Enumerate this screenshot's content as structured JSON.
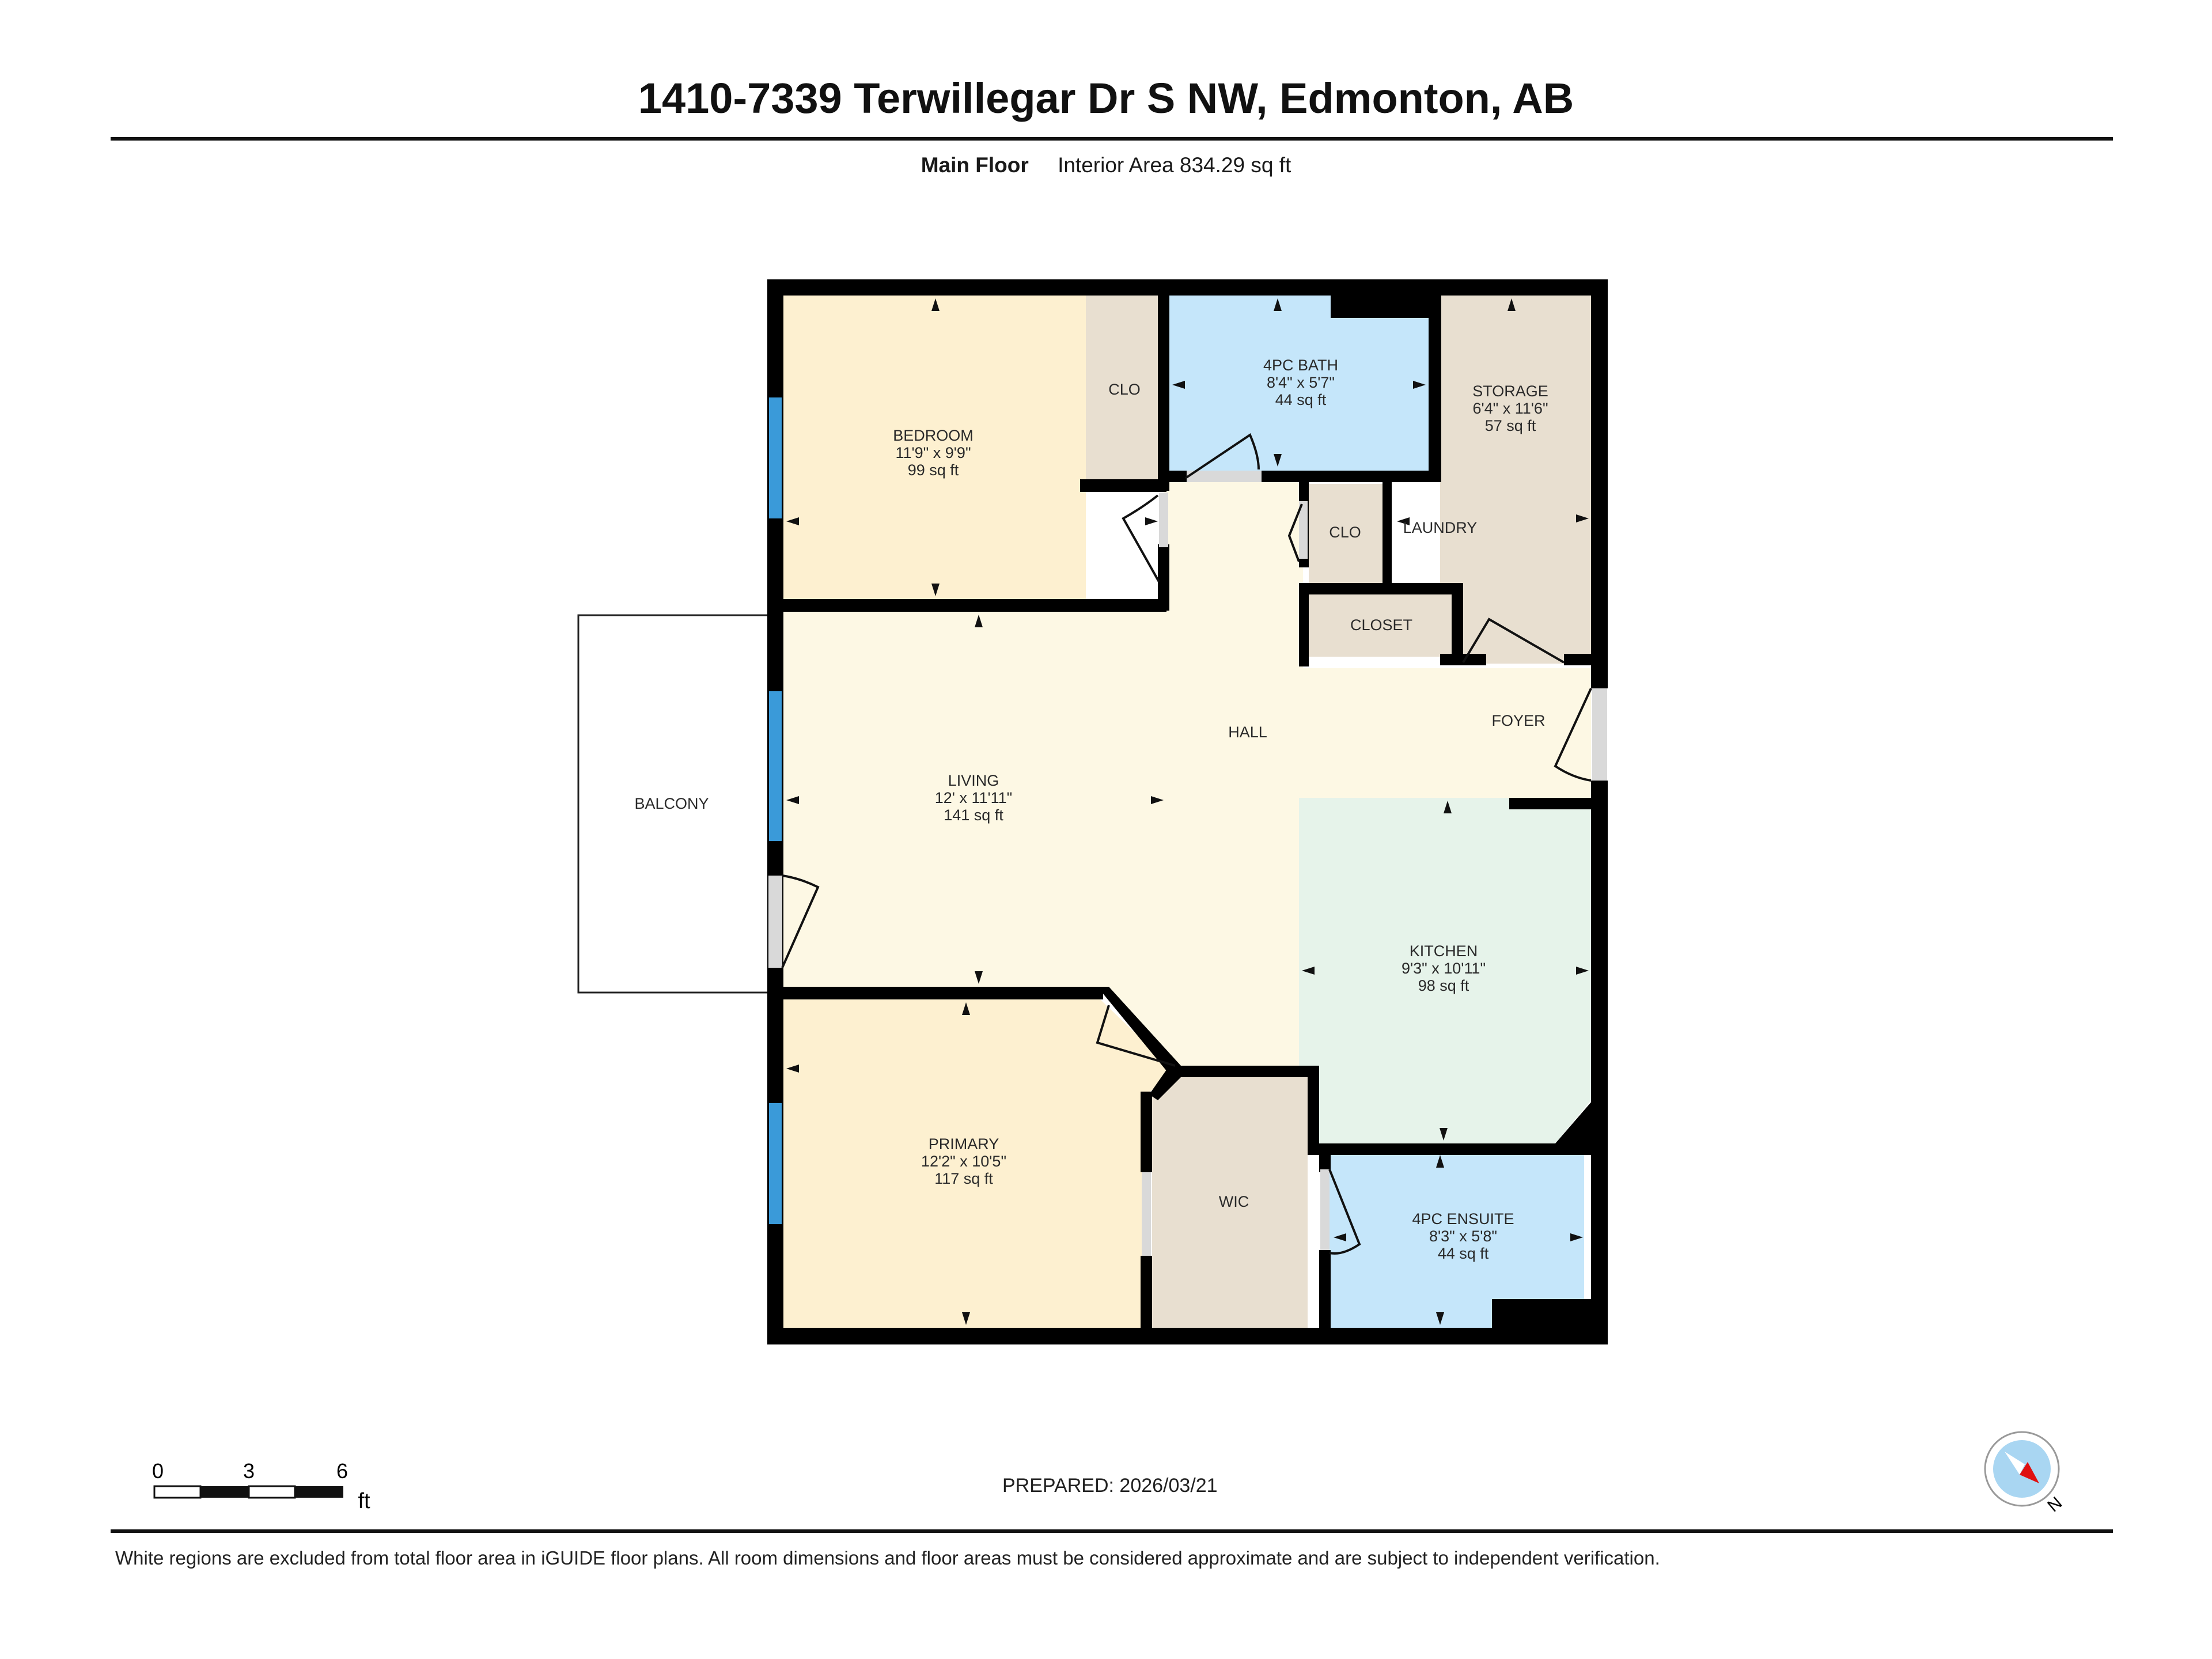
{
  "header": {
    "title": "1410-7339 Terwillegar Dr S NW, Edmonton, AB",
    "floor_label": "Main Floor",
    "interior_area": "Interior Area 834.29 sq ft"
  },
  "rooms": {
    "bedroom": {
      "name": "BEDROOM",
      "dims": "11'9\" x 9'9\"",
      "area": "99 sq ft",
      "color": "#fdf0d0"
    },
    "clo_bedroom": {
      "name": "CLO",
      "color": "#e8dfd0"
    },
    "bath": {
      "name": "4PC BATH",
      "dims": "8'4\" x 5'7\"",
      "area": "44 sq ft",
      "color": "#c5e6fa"
    },
    "storage": {
      "name": "STORAGE",
      "dims": "6'4\" x 11'6\"",
      "area": "57 sq ft",
      "color": "#e8dfd0"
    },
    "clo_hall": {
      "name": "CLO",
      "color": "#e8dfd0"
    },
    "laundry": {
      "name": "LAUNDRY"
    },
    "closet": {
      "name": "CLOSET",
      "color": "#e8dfd0"
    },
    "hall": {
      "name": "HALL",
      "color": "#fdf8e4"
    },
    "foyer": {
      "name": "FOYER"
    },
    "living": {
      "name": "LIVING",
      "dims": "12' x 11'11\"",
      "area": "141 sq ft",
      "color": "#fdf8e4"
    },
    "balcony": {
      "name": "BALCONY",
      "color": "#ffffff"
    },
    "kitchen": {
      "name": "KITCHEN",
      "dims": "9'3\" x 10'11\"",
      "area": "98 sq ft",
      "color": "#e6f3ea"
    },
    "primary": {
      "name": "PRIMARY",
      "dims": "12'2\" x 10'5\"",
      "area": "117 sq ft",
      "color": "#fdf0d0"
    },
    "wic": {
      "name": "WIC",
      "color": "#e8dfd0"
    },
    "ensuite": {
      "name": "4PC ENSUITE",
      "dims": "8'3\" x 5'8\"",
      "area": "44 sq ft",
      "color": "#c5e6fa"
    }
  },
  "scale_bar": {
    "ticks": [
      "0",
      "3",
      "6"
    ],
    "unit": "ft"
  },
  "prepared": "PREPARED: 2026/03/21",
  "compass": {
    "label": "N",
    "icon": "compass-icon"
  },
  "disclaimer": "White regions are excluded from total floor area in iGUIDE floor plans. All room dimensions and floor areas must be considered approximate and are subject to independent verification.",
  "colors": {
    "wall": "#000000",
    "window": "#3a9ad9",
    "door_gap": "#d9d9d9",
    "compass_fill": "#a9d6f2",
    "compass_needle": "#e01010"
  }
}
